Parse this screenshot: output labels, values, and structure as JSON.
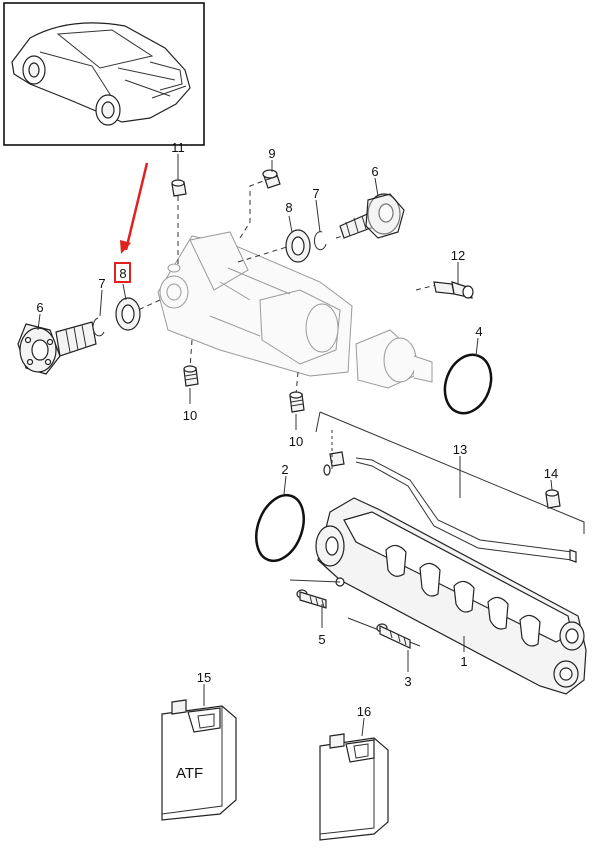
{
  "callouts": [
    {
      "id": "c11",
      "label": "11"
    },
    {
      "id": "c9",
      "label": "9"
    },
    {
      "id": "c6a",
      "label": "6"
    },
    {
      "id": "c8a",
      "label": "8"
    },
    {
      "id": "c7a",
      "label": "7"
    },
    {
      "id": "c12",
      "label": "12"
    },
    {
      "id": "c8b",
      "label": "8"
    },
    {
      "id": "c7b",
      "label": "7"
    },
    {
      "id": "c6b",
      "label": "6"
    },
    {
      "id": "c4",
      "label": "4"
    },
    {
      "id": "c10a",
      "label": "10"
    },
    {
      "id": "c10b",
      "label": "10"
    },
    {
      "id": "c13",
      "label": "13"
    },
    {
      "id": "c2",
      "label": "2"
    },
    {
      "id": "c14",
      "label": "14"
    },
    {
      "id": "c5",
      "label": "5"
    },
    {
      "id": "c1",
      "label": "1"
    },
    {
      "id": "c3",
      "label": "3"
    },
    {
      "id": "c15",
      "label": "15"
    },
    {
      "id": "c16",
      "label": "16"
    }
  ],
  "highlighted_part": "8",
  "canister_label": "ATF",
  "colors": {
    "highlight": "#e0211d",
    "line": "#222222",
    "frame": "#000000"
  }
}
